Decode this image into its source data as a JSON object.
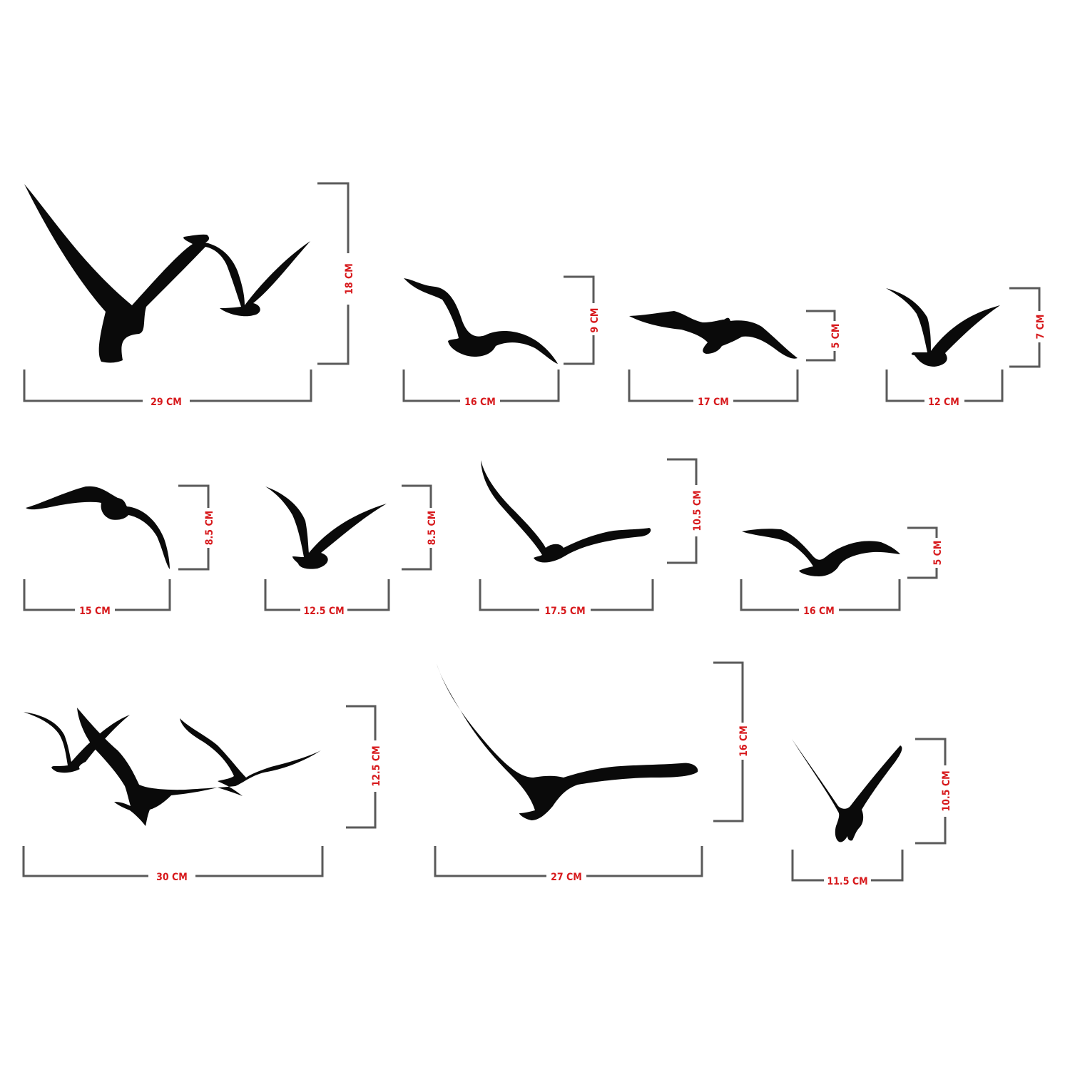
{
  "colors": {
    "background": "#ffffff",
    "bird": "#0a0a0a",
    "bracket": "#5a5a5a",
    "label": "#d7191c"
  },
  "unit": "CM",
  "decals": [
    {
      "id": 1,
      "group": "flock-of-two",
      "width_label": "29 CM",
      "height_label": "18 CM"
    },
    {
      "id": 2,
      "group": "single-bird",
      "width_label": "16 CM",
      "height_label": "9 CM"
    },
    {
      "id": 3,
      "group": "single-bird",
      "width_label": "17 CM",
      "height_label": "5 CM"
    },
    {
      "id": 4,
      "group": "single-bird",
      "width_label": "12 CM",
      "height_label": "7 CM"
    },
    {
      "id": 5,
      "group": "single-bird",
      "width_label": "15 CM",
      "height_label": "8.5 CM"
    },
    {
      "id": 6,
      "group": "single-bird",
      "width_label": "12.5 CM",
      "height_label": "8.5 CM"
    },
    {
      "id": 7,
      "group": "single-bird",
      "width_label": "17.5 CM",
      "height_label": "10.5 CM"
    },
    {
      "id": 8,
      "group": "single-bird",
      "width_label": "16 CM",
      "height_label": "5 CM"
    },
    {
      "id": 9,
      "group": "flock-of-three",
      "width_label": "30 CM",
      "height_label": "12.5 CM"
    },
    {
      "id": 10,
      "group": "single-bird",
      "width_label": "27 CM",
      "height_label": "16 CM"
    },
    {
      "id": 11,
      "group": "single-bird",
      "width_label": "11.5 CM",
      "height_label": "10.5 CM"
    }
  ]
}
